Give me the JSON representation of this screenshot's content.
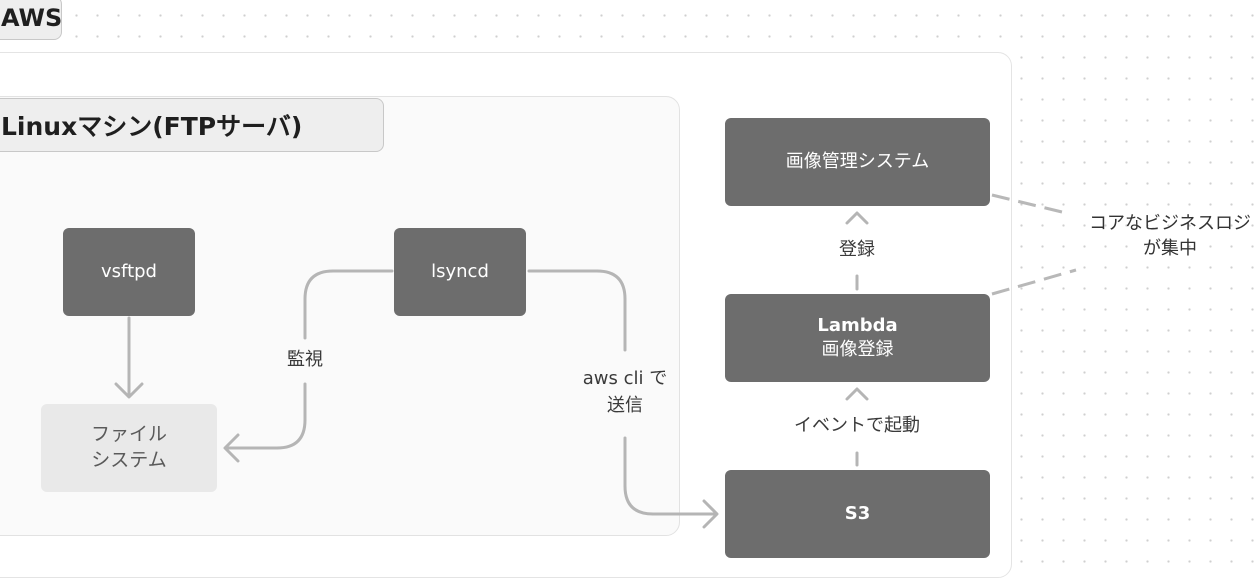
{
  "frames": {
    "aws": {
      "label": "AWS"
    },
    "linux": {
      "label": "Linuxマシン(FTPサーバ)"
    }
  },
  "nodes": {
    "vsftpd": "vsftpd",
    "filesystem": [
      "ファイル",
      "システム"
    ],
    "lsyncd": "lsyncd",
    "image_system": "画像管理システム",
    "lambda": [
      "Lambda",
      "画像登録"
    ],
    "s3": "S3"
  },
  "edges": {
    "watch": "監視",
    "aws_cli": [
      "aws cli で",
      "送信"
    ],
    "register": "登録",
    "event": "イベントで起動"
  },
  "note": [
    "コアなビジネスロジ",
    "が集中"
  ],
  "colors": {
    "node_dark": "#6d6d6d",
    "node_light": "#e9e9e9",
    "edge": "#b5b5b5",
    "dashed": "#b8b8b8"
  }
}
